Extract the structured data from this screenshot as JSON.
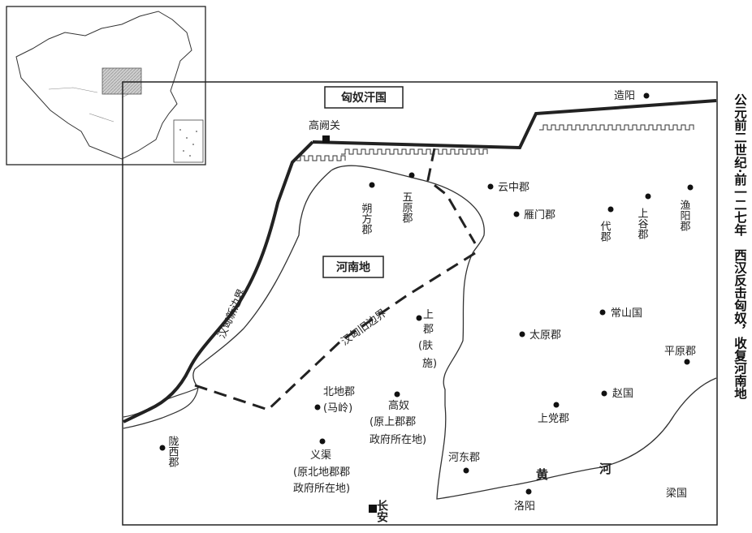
{
  "title": "公元前二世纪·前一二七年　西汉反击匈奴，收复河南地",
  "regions": {
    "xiongnu": "匈奴汗国",
    "henandi": "河南地"
  },
  "borders": {
    "new_border": "汉匈新边界",
    "old_border": "汉匈旧边界"
  },
  "river": [
    "黄",
    "河"
  ],
  "places": {
    "gaoquguan": "高阙关",
    "zaoyang": "造阳",
    "shuofang": "朔方郡",
    "wuyuan": "五原郡",
    "yunzhong": "云中郡",
    "yanmen": "雁门郡",
    "dai": "代郡",
    "shanggu": "上谷郡",
    "yuyang": "渔阳郡",
    "shang_commandery": [
      "上",
      "郡",
      "(肤",
      "施)"
    ],
    "changshan": "常山国",
    "taiyuan": "太原郡",
    "pingyuan": "平原郡",
    "beidi": [
      "北地郡",
      "(马岭)"
    ],
    "gaonu": [
      "高奴",
      "(原上郡郡",
      "政府所在地)"
    ],
    "zhao": "赵国",
    "shangdang": "上党郡",
    "longxi": "陇西郡",
    "yiqu": [
      "义渠",
      "(原北地郡郡",
      "政府所在地)"
    ],
    "hedong": "河东郡",
    "luoyang": "洛阳",
    "liang": "梁国",
    "changan": "长安"
  }
}
